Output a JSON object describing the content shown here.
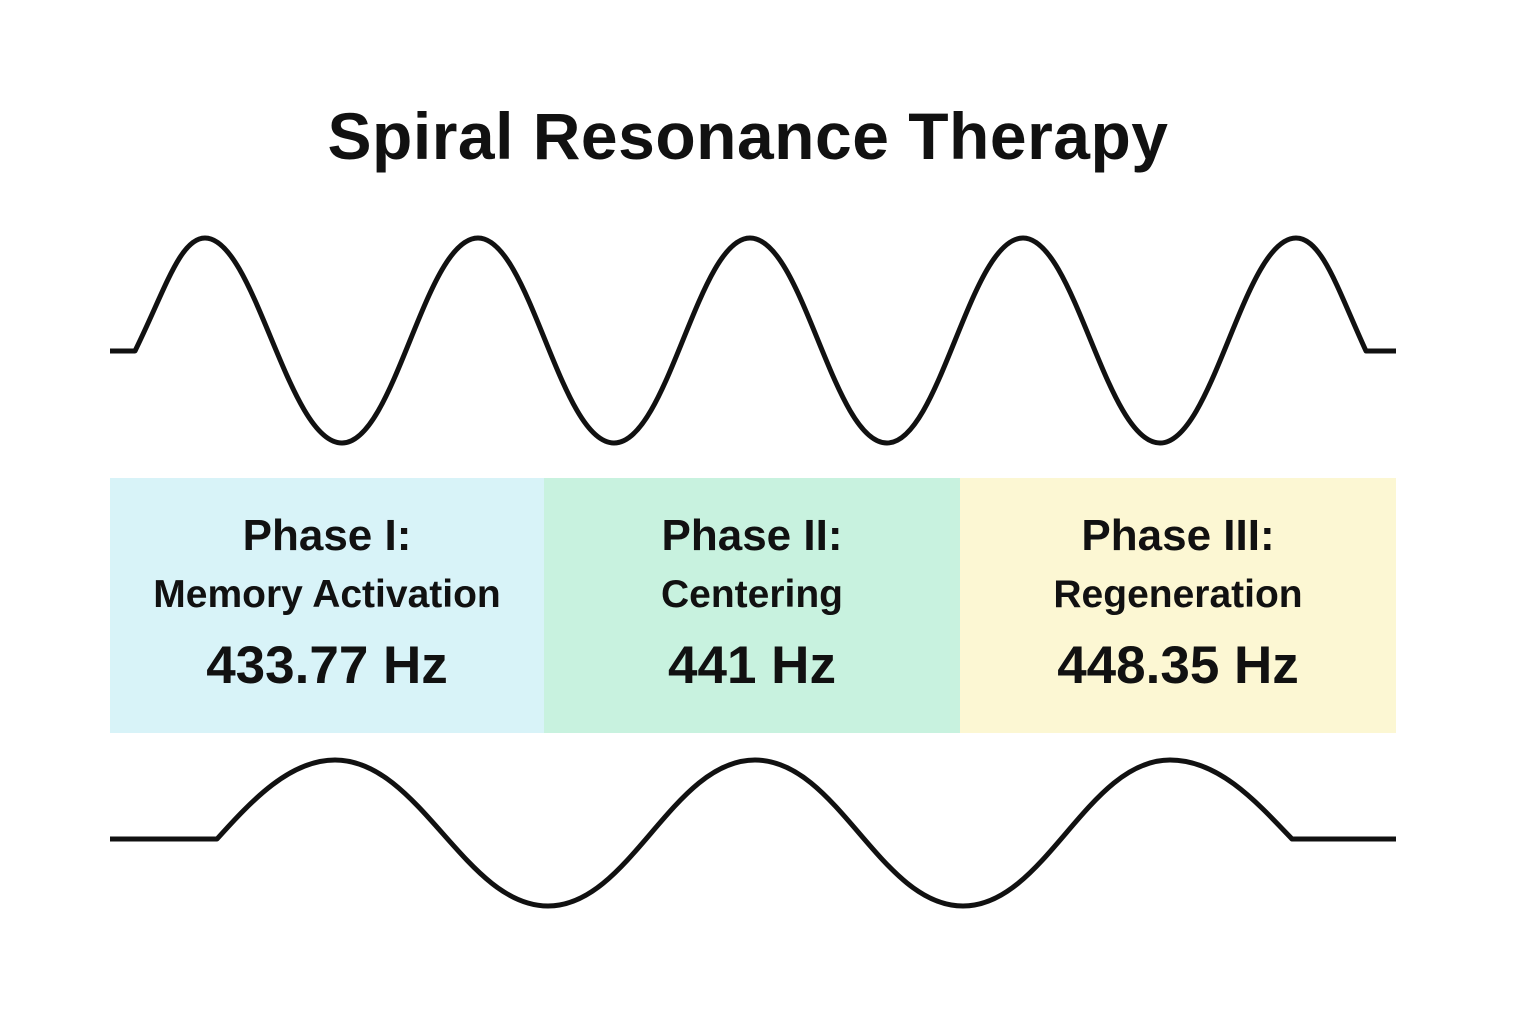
{
  "title": "Spiral Resonance Therapy",
  "colors": {
    "phase_1_bg": "#d8f3f8",
    "phase_2_bg": "#c8f2df",
    "phase_3_bg": "#fcf7d3",
    "line": "#111111"
  },
  "phases": [
    {
      "name": "Phase I:",
      "description": "Memory Activation",
      "frequency": "433.77 Hz"
    },
    {
      "name": "Phase II:",
      "description": "Centering",
      "frequency": "441 Hz"
    },
    {
      "name": "Phase III:",
      "description": "Regeneration",
      "frequency": "448.35 Hz"
    }
  ]
}
